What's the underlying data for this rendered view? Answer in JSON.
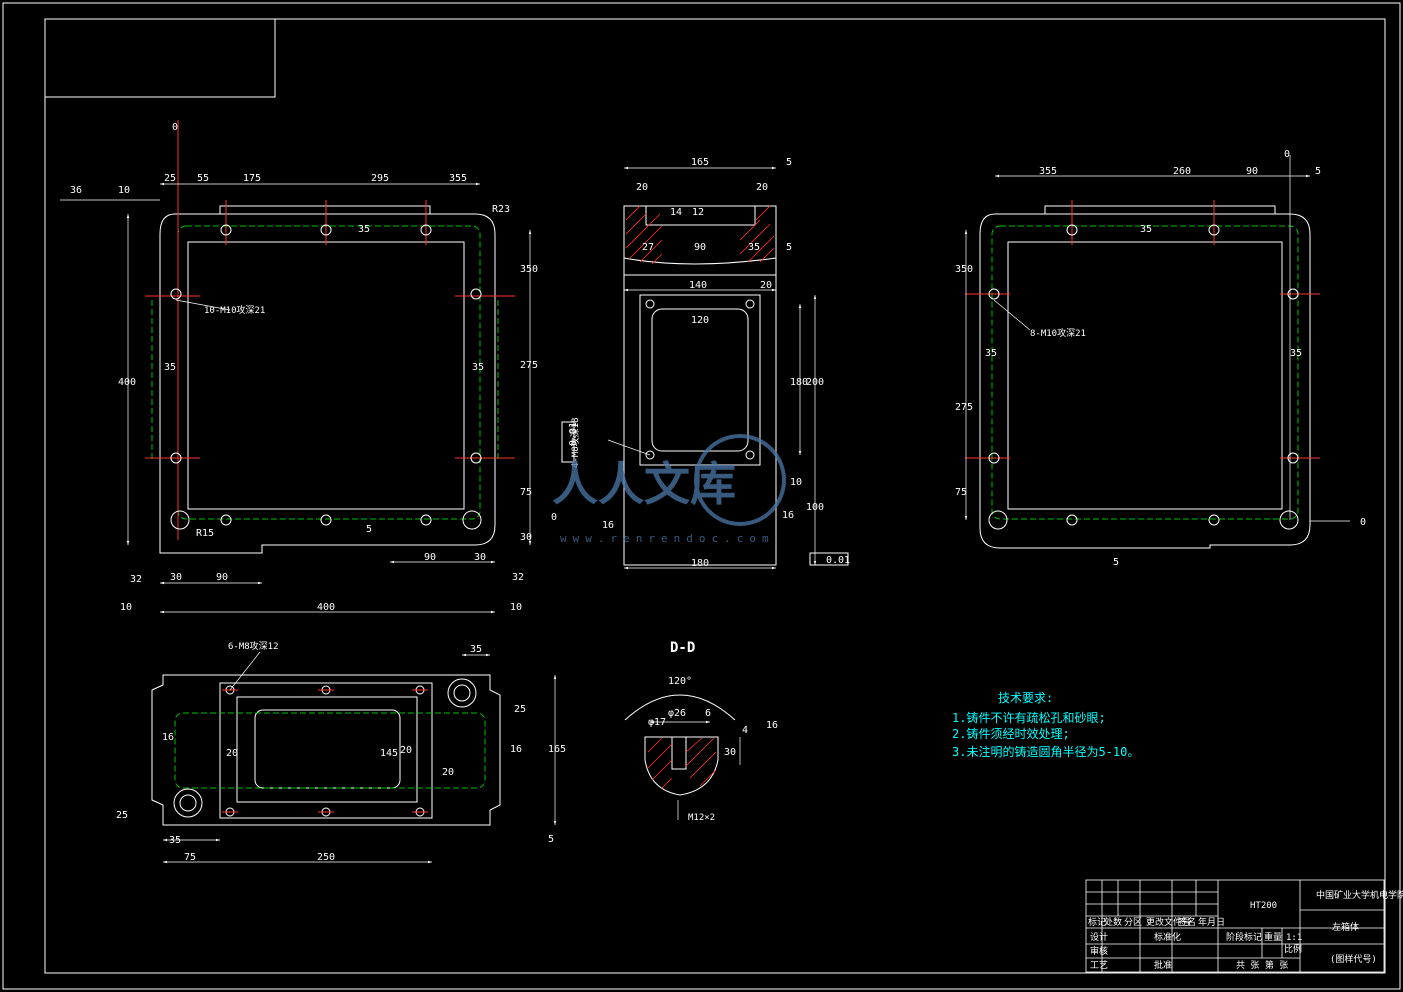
{
  "front_view": {
    "origin_top": "0",
    "origin_right": "0",
    "roughness_top": "36",
    "roughness_bl": "32",
    "roughness_br": "32",
    "top_dims": [
      "25",
      "55",
      "175",
      "295",
      "355"
    ],
    "left_top": "10",
    "left_height": "400",
    "inner_35_top": "35",
    "inner_35_left": "35",
    "inner_35_right": "35",
    "right_dims": [
      "350",
      "275",
      "75",
      "30"
    ],
    "radius": "R23",
    "bottom_radius": "R15",
    "hole_callout": "10-M10攻深21",
    "small_5": "5",
    "bottom_dims": [
      "30",
      "90",
      "90",
      "30"
    ],
    "overall_left": "10",
    "overall_width": "400",
    "overall_right": "10"
  },
  "side_view": {
    "top_width": "165",
    "top_right": "5",
    "slot_left": "20",
    "slot_right": "20",
    "depth_14": "14",
    "depth_12": "12",
    "inner_27": "27",
    "inner_90": "90",
    "inner_35": "35",
    "inner_5": "5",
    "width_140": "140",
    "width_20": "20",
    "width_120": "120",
    "h_180": "180",
    "h_200": "200",
    "h_10": "10",
    "h_100": "100",
    "hole_callout": "4-M8攻深18",
    "tol_box": "0.01",
    "roughness_left": "16",
    "roughness_right": "16",
    "bottom_width": "180",
    "tol_bottom": "0.01"
  },
  "rear_view": {
    "origin_top": "0",
    "origin_right": "0",
    "top_dims": [
      "355",
      "260",
      "90",
      "5"
    ],
    "inner_35_top": "35",
    "left_dims": [
      "350",
      "275",
      "75"
    ],
    "inner_35_left": "35",
    "inner_35_right": "35",
    "hole_callout": "8-M10攻深21",
    "bottom_5": "5"
  },
  "top_view": {
    "hole_callout": "6-M8攻深12",
    "dim_35_top": "35",
    "dim_25": "25",
    "dim_165": "165",
    "dim_16_left": "16",
    "dim_16_right": "16",
    "dim_20_a": "20",
    "dim_20_b": "20",
    "dim_20_c": "20",
    "dim_145": "145",
    "dim_25_left": "25",
    "dim_35_bottom": "35",
    "dim_75": "75",
    "dim_250": "250",
    "dim_5": "5"
  },
  "section_dd": {
    "title": "D-D",
    "angle": "120°",
    "dia_17": "φ17",
    "dia_26": "φ26",
    "dim_6": "6",
    "dim_30": "30",
    "roughness": "16",
    "thread": "M12×2",
    "small_4": "4"
  },
  "tech_requirements": {
    "heading": "技术要求:",
    "items": [
      "1.铸件不许有疏松孔和砂眼;",
      "2.铸件须经时效处理;",
      "3.未注明的铸造圆角半径为5-10。"
    ]
  },
  "title_block": {
    "material": "HT200",
    "school": "中国矿业大学机电学院",
    "drawing_name": "左箱体",
    "drawing_no": "(图样代号)",
    "scale": "1:1",
    "row_labels": [
      "标记",
      "处数",
      "分区",
      "更改文件号",
      "签名",
      "年月日"
    ],
    "design": "设计",
    "standard": "标准化",
    "review": "审核",
    "process": "工艺",
    "approve": "批准",
    "stage": "阶段标记",
    "weight": "重量",
    "ratio": "比例",
    "sheets": "共 张 第 张"
  },
  "watermark": {
    "text": "人人文库",
    "url": "www.renrendoc.com"
  },
  "colors": {
    "line": "#ffffff",
    "hidden": "#00c000",
    "center": "#ff3030",
    "notes": "#00ffff",
    "watermark": "#4a78a8"
  }
}
